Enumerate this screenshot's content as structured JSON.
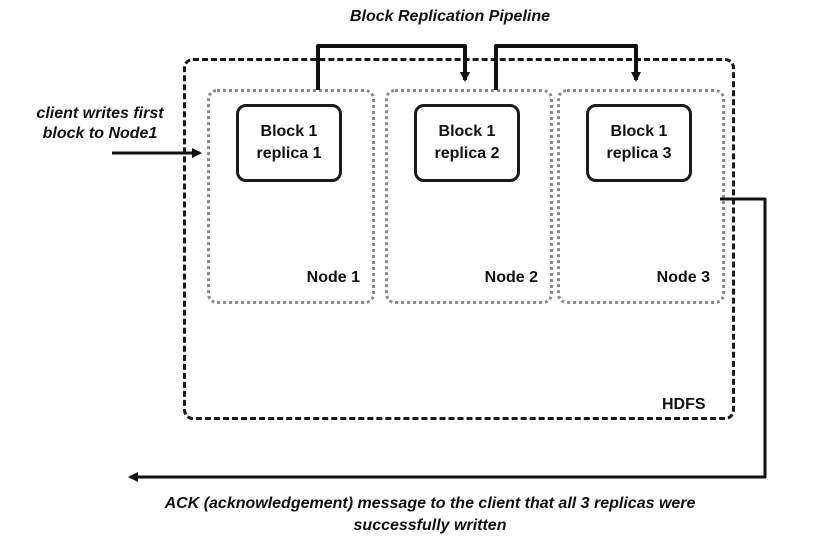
{
  "title": "Block Replication Pipeline",
  "client_text_line1": "client writes first",
  "client_text_line2": "block to Node1",
  "cluster_label": "HDFS",
  "nodes": [
    {
      "label": "Node 1",
      "block_line1": "Block 1",
      "block_line2": "replica 1"
    },
    {
      "label": "Node 2",
      "block_line1": "Block 1",
      "block_line2": "replica 2"
    },
    {
      "label": "Node 3",
      "block_line1": "Block 1",
      "block_line2": "replica 3"
    }
  ],
  "ack_line1": "ACK (acknowledgement) message to the client that all 3 replicas were",
  "ack_line2": "successfully written"
}
